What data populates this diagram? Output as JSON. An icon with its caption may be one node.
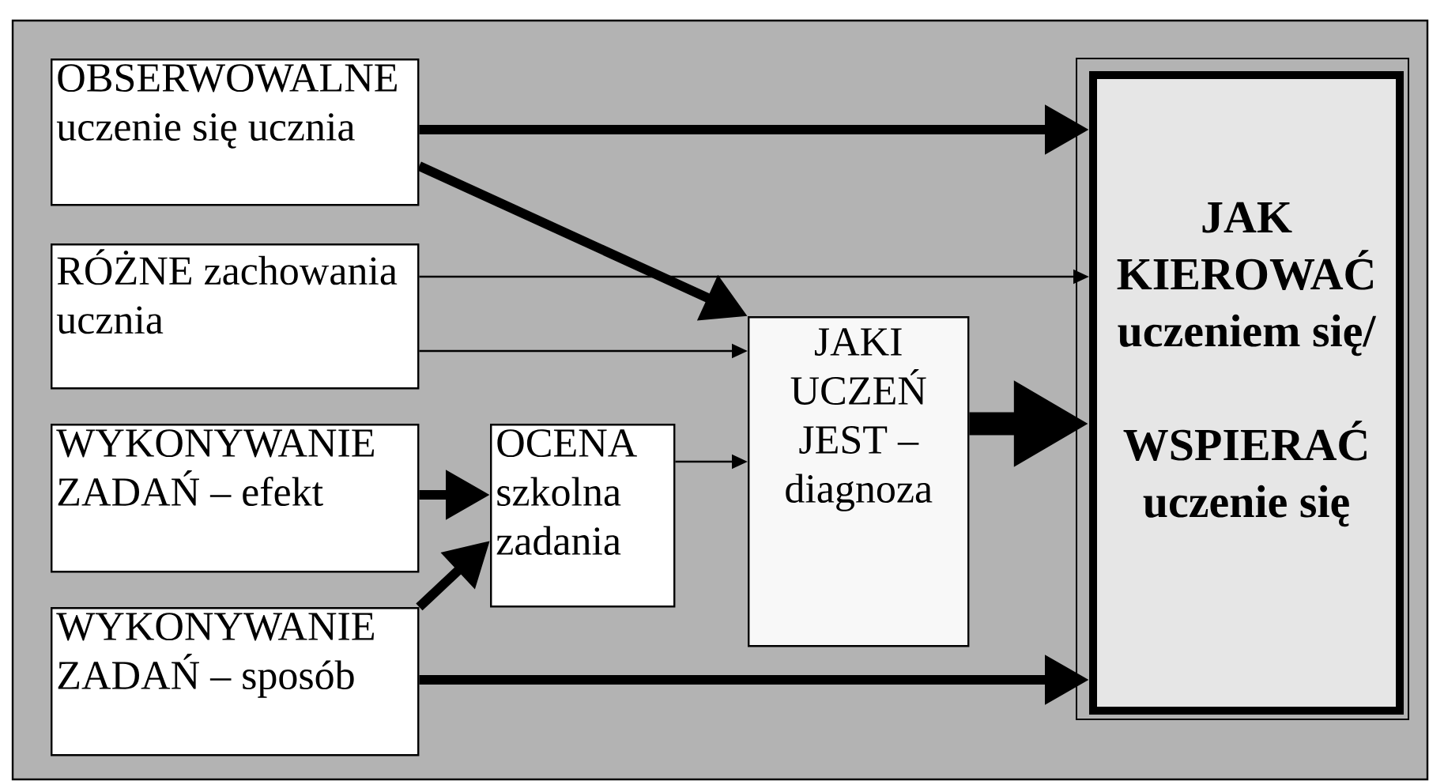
{
  "diagram": {
    "nodes": [
      {
        "text": [
          "OBSERWOWALNE uczenie się ucznia"
        ]
      },
      {
        "text": [
          "RÓŻNE zachowania ucznia"
        ]
      },
      {
        "text": [
          "WYKONYWANIE ZADAŃ – efekt"
        ]
      },
      {
        "text": [
          "WYKONYWANIE ZADAŃ – sposób"
        ]
      },
      {
        "text": [
          "OCENA szkolna zadania"
        ]
      },
      {
        "text": [
          "JAKI UCZEŃ JEST – diagnoza"
        ]
      },
      {
        "text": [
          "JAK KIEROWAĆ uczeniem się/",
          "WSPIERAĆ uczenie się"
        ]
      }
    ],
    "edges": [
      {
        "from": 0,
        "to": 6,
        "arrow": "to"
      },
      {
        "from": 0,
        "to": 5,
        "arrow": "to"
      },
      {
        "from": 1,
        "to": 6,
        "arrow": "to"
      },
      {
        "from": 1,
        "to": 5,
        "arrow": "to"
      },
      {
        "from": 2,
        "to": 4,
        "arrow": "to"
      },
      {
        "from": 3,
        "to": 4,
        "arrow": "to"
      },
      {
        "from": 4,
        "to": 5,
        "arrow": "to"
      },
      {
        "from": 5,
        "to": 6,
        "arrow": "to",
        "style": "thick"
      },
      {
        "from": 3,
        "to": 6,
        "arrow": "to"
      }
    ]
  }
}
